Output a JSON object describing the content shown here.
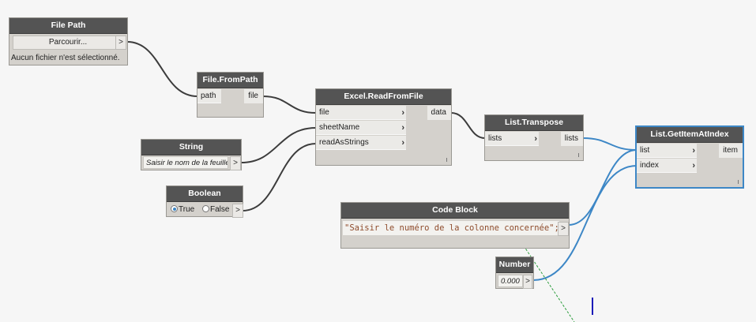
{
  "colors": {
    "background": "#f6f6f6",
    "node_header": "#545454",
    "node_body": "#d4d1cc",
    "wire_default": "#3c3c3c",
    "wire_selected": "#3d87c6",
    "preview_line": "#2e9e3e"
  },
  "nodes": {
    "file_path": {
      "title": "File Path",
      "browse_label": "Parcourir...",
      "output_icon": ">",
      "status": "Aucun fichier n'est sélectionné."
    },
    "file_from_path": {
      "title": "File.FromPath",
      "input": "path",
      "output": "file"
    },
    "excel_read": {
      "title": "Excel.ReadFromFile",
      "inputs": [
        "file",
        "sheetName",
        "readAsStrings"
      ],
      "output": "data"
    },
    "string": {
      "title": "String",
      "value": "Saisir le nom de la feuille",
      "output_icon": ">"
    },
    "boolean": {
      "title": "Boolean",
      "true_label": "True",
      "false_label": "False",
      "selected": "True",
      "output_icon": ">"
    },
    "list_transpose": {
      "title": "List.Transpose",
      "input": "lists",
      "output": "lists"
    },
    "list_get_item": {
      "title": "List.GetItemAtIndex",
      "inputs": [
        "list",
        "index"
      ],
      "output": "item"
    },
    "code_block": {
      "title": "Code Block",
      "code": "\"Saisir le numéro de la colonne concernée\";",
      "output_icon": ">"
    },
    "number": {
      "title": "Number",
      "value": "0.000",
      "output_icon": ">"
    }
  }
}
